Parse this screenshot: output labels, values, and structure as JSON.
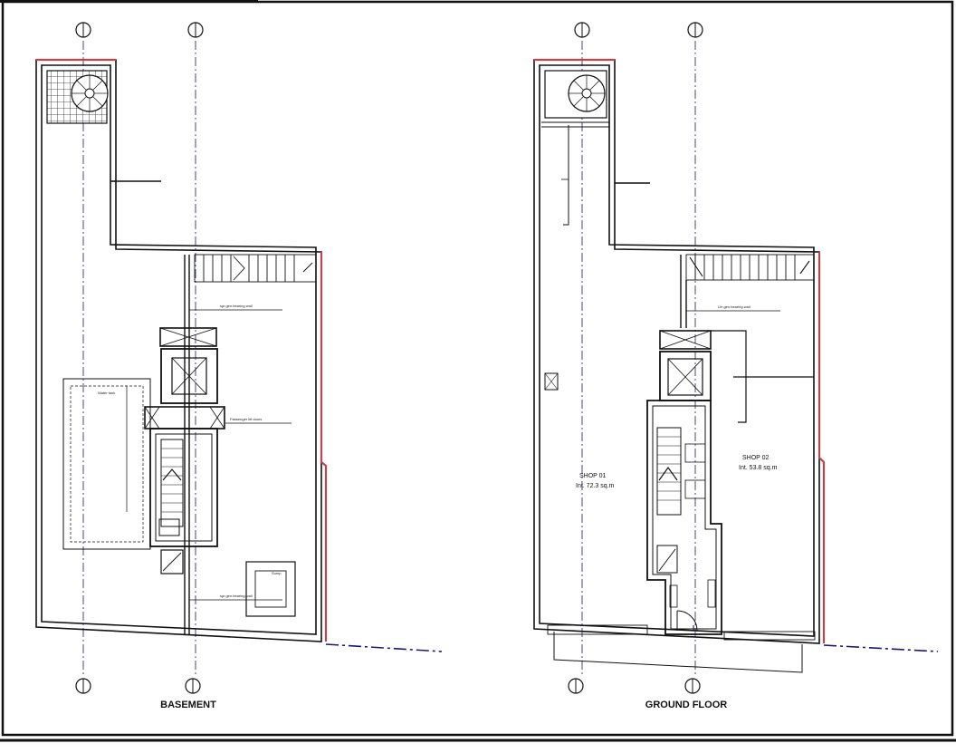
{
  "drawing": {
    "plans": [
      {
        "title": "BASEMENT",
        "notes": {
          "top": "spr.gen.bearing.wall",
          "mid": "Passenger lift doors",
          "bottom": "spr.gen.bearing.wall",
          "box_left": "Water tank",
          "box_right": "Sump"
        }
      },
      {
        "title": "GROUND FLOOR",
        "notes": {
          "top": "Lin.gen.bearing.wall"
        },
        "shops": [
          {
            "name": "SHOP 01",
            "area": "Int.   72.3 sq.m"
          },
          {
            "name": "SHOP 02",
            "area": "Int.   53.8 sq.m"
          }
        ]
      }
    ],
    "colors": {
      "line": "#111111",
      "party_wall": "#c0444c",
      "axis": "#1a1a6a",
      "background": "#ffffff"
    },
    "icons": [
      "grid-bubble",
      "spiral-stair",
      "lift-cross",
      "stair-flight",
      "door-swing"
    ]
  }
}
